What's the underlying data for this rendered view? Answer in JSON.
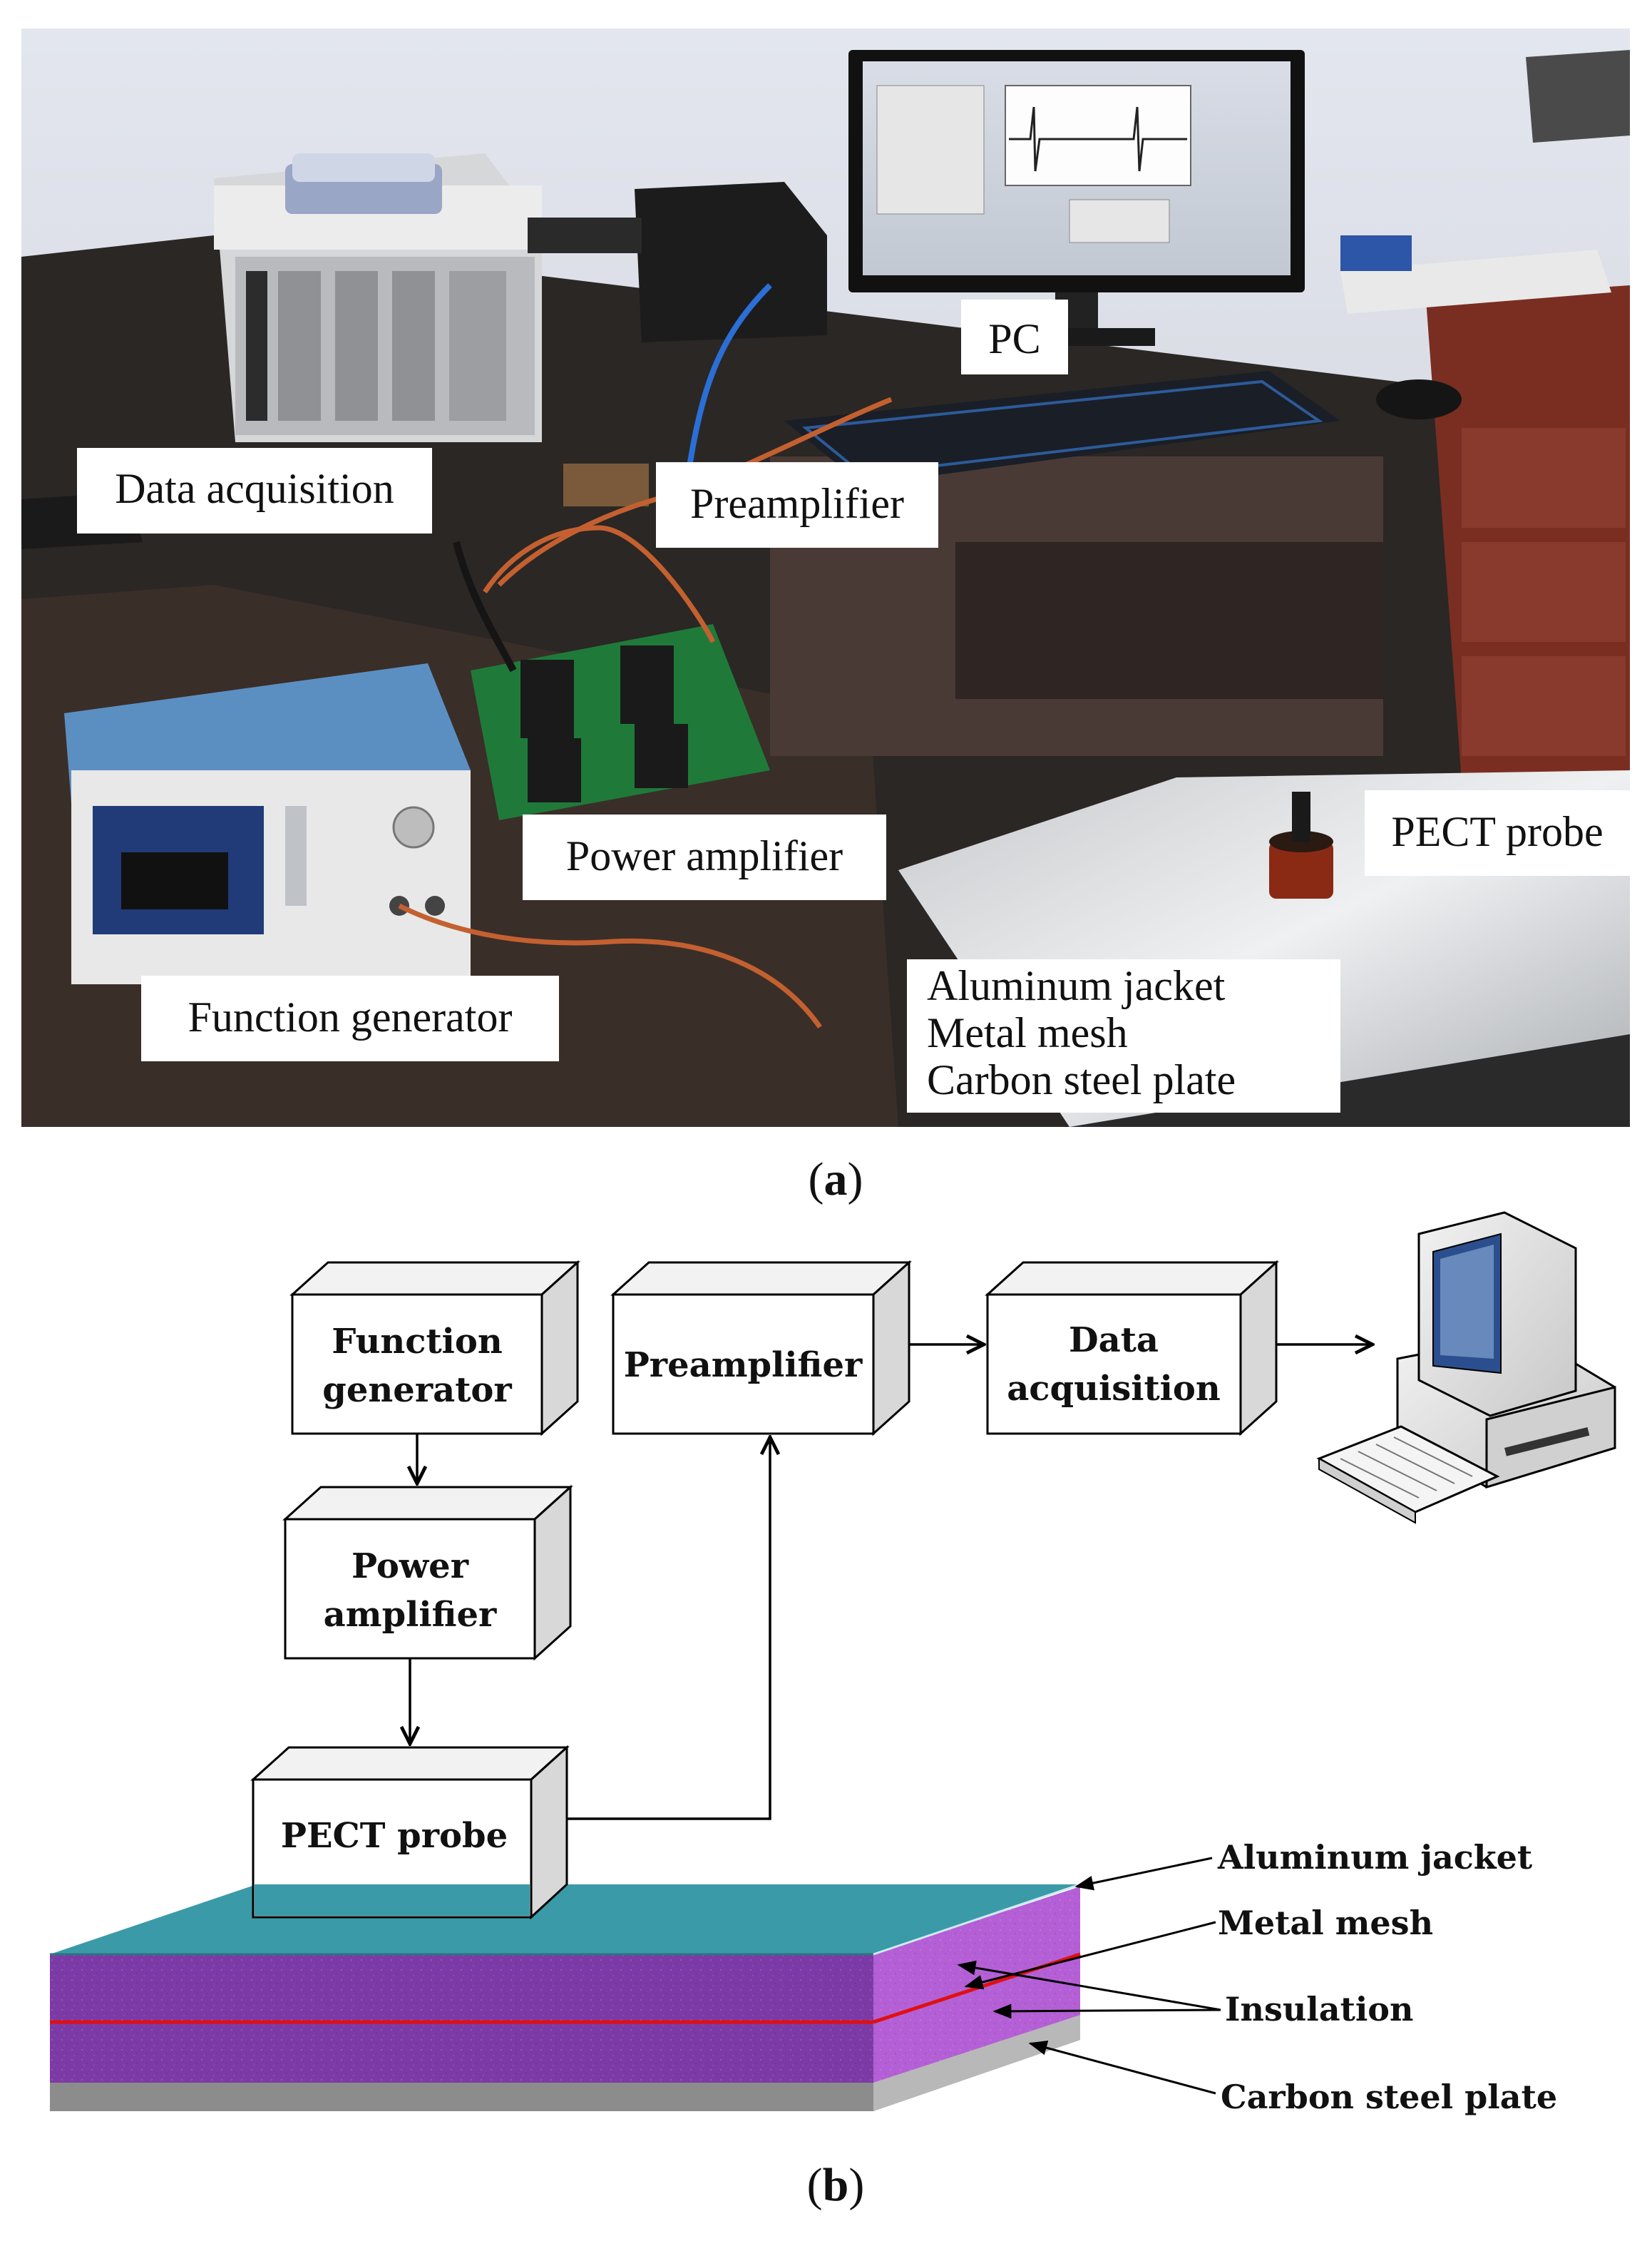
{
  "panel_a": {
    "caption_letter": "a",
    "labels": {
      "pc": "PC",
      "data_acquisition": "Data acquisition",
      "preamplifier": "Preamplifier",
      "power_amplifier": "Power amplifier",
      "pect_probe": "PECT probe",
      "function_generator": "Function generator",
      "materials": [
        "Aluminum jacket",
        "Metal mesh",
        "Carbon steel plate"
      ]
    }
  },
  "panel_b": {
    "caption_letter": "b",
    "blocks": {
      "function_generator": [
        "Function",
        "generator"
      ],
      "preamplifier": [
        "Preamplifier"
      ],
      "data_acquisition": [
        "Data",
        "acquisition"
      ],
      "power_amplifier": [
        "Power",
        "amplifier"
      ],
      "pect_probe": [
        "PECT probe"
      ]
    },
    "layers": {
      "aluminum_jacket": "Aluminum jacket",
      "metal_mesh": "Metal mesh",
      "insulation": "Insulation",
      "carbon_steel_plate": "Carbon steel plate"
    },
    "colors": {
      "aluminum_jacket": "#3a9aa8",
      "insulation_front": "#7c3aa6",
      "insulation_side": "#b45fd6",
      "metal_mesh": "#e01010",
      "carbon_steel_front": "#8c8c8c",
      "carbon_steel_side": "#b8b8b8"
    }
  }
}
